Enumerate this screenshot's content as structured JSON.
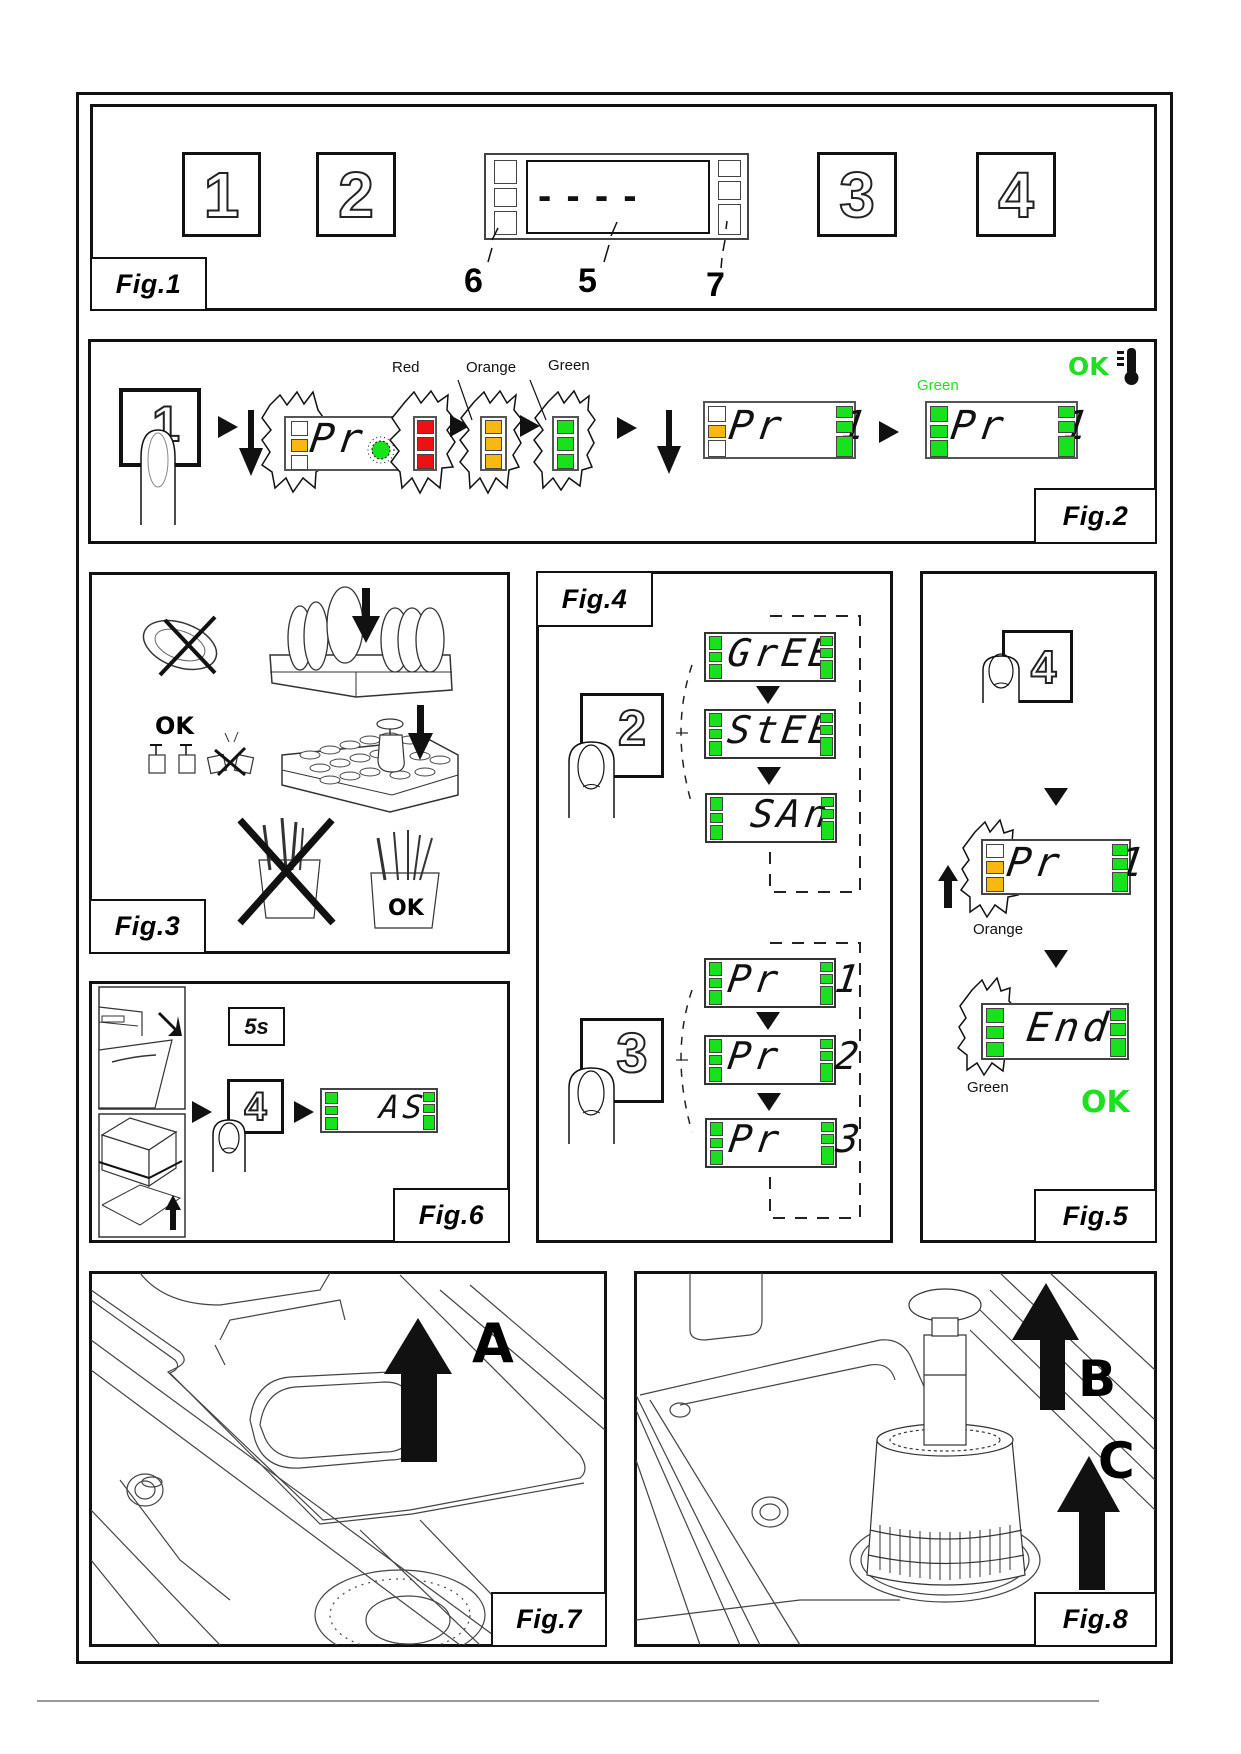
{
  "figures": {
    "fig1": {
      "label": "Fig.1",
      "buttons": [
        "1",
        "2",
        "3",
        "4"
      ],
      "display_text": "- - - -",
      "callouts": [
        "6",
        "5",
        "7"
      ]
    },
    "fig2": {
      "label": "Fig.2",
      "button": "1",
      "step1_display": "Pr",
      "indicator_labels": {
        "red": "Red",
        "orange": "Orange",
        "green": "Green"
      },
      "step2_display": "Pr  1",
      "final_label": "Green",
      "final_display": "Pr  1",
      "ok_text": "OK",
      "thermometer_icon": "thermometer-icon"
    },
    "fig3": {
      "label": "Fig.3",
      "ok_glasses": "OK",
      "ok_cutlery": "OK"
    },
    "fig4": {
      "label": "Fig.4",
      "button_a": "2",
      "cycle_a": [
        "GrEE",
        "StEE",
        "SAn"
      ],
      "button_b": "3",
      "cycle_b": [
        "Pr  1",
        "Pr  2",
        "Pr  3"
      ]
    },
    "fig5": {
      "label": "Fig.5",
      "button": "4",
      "display_1": "Pr  1",
      "label_1": "Orange",
      "display_2": "End",
      "label_2": "Green",
      "ok_text": "OK"
    },
    "fig6": {
      "label": "Fig.6",
      "timer": "5s",
      "button": "4",
      "display": "AS"
    },
    "fig7": {
      "label": "Fig.7",
      "arrow_label": "A"
    },
    "fig8": {
      "label": "Fig.8",
      "arrow_labels": [
        "B",
        "C"
      ]
    }
  },
  "colors": {
    "led_green": "#18e21c",
    "led_orange": "#f9b712",
    "led_red": "#ee1111",
    "ok_green": "#1fe01f"
  }
}
